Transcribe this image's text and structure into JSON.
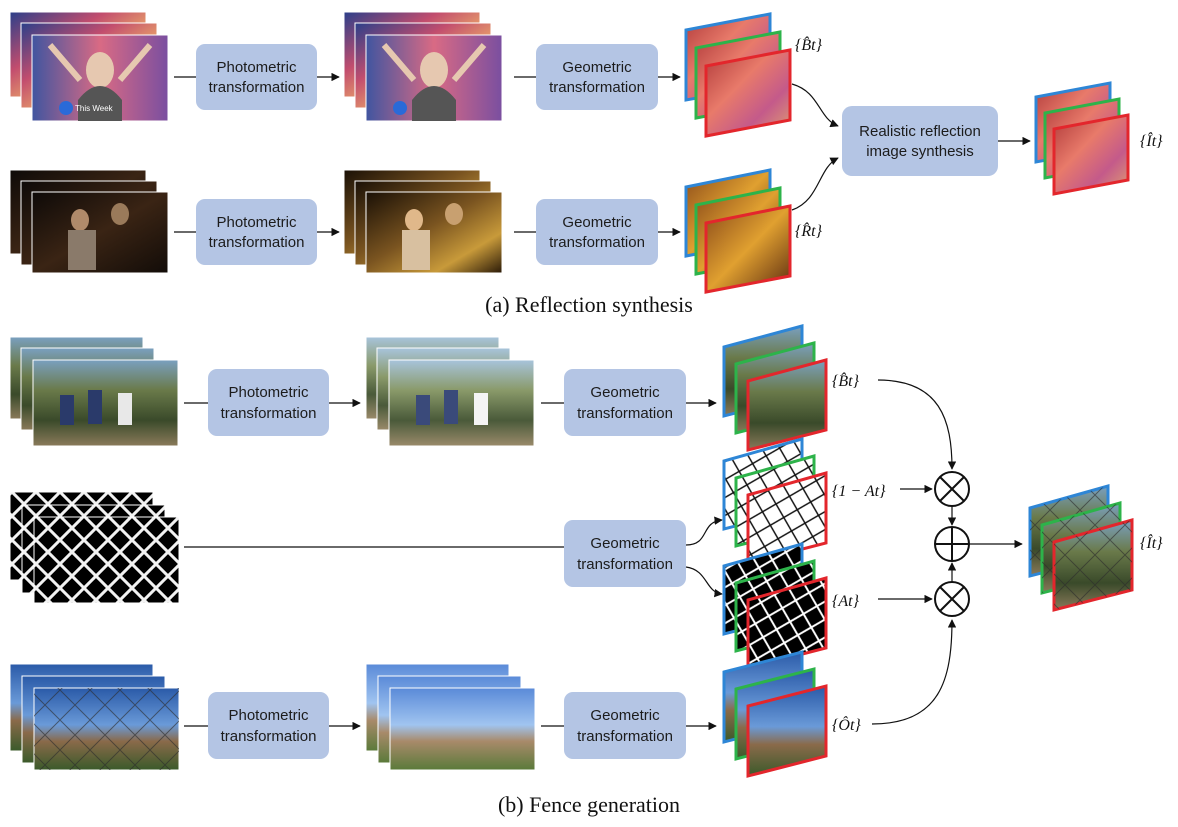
{
  "process_label_line1": "Photometric",
  "process_label_line2": "transformation",
  "geometric_label_line1": "Geometric",
  "geometric_label_line2": "transformation",
  "synthesis_label_line1": "Realistic reflection",
  "synthesis_label_line2": "image synthesis",
  "caption_a": "(a) Reflection synthesis",
  "caption_b": "(b) Fence generation",
  "math": {
    "b_hat": "{B̂t}",
    "r_hat": "{R̂t}",
    "i_hat": "{Ît}",
    "one_minus_a": "{1 − At}",
    "a": "{At}",
    "o_hat": "{Ôt}"
  },
  "video_overlay_text": "This Week",
  "colors": {
    "box_fill": "#b4c5e4",
    "frame_blue": "#2e86d6",
    "frame_green": "#2db34a",
    "frame_red": "#e3262c"
  }
}
